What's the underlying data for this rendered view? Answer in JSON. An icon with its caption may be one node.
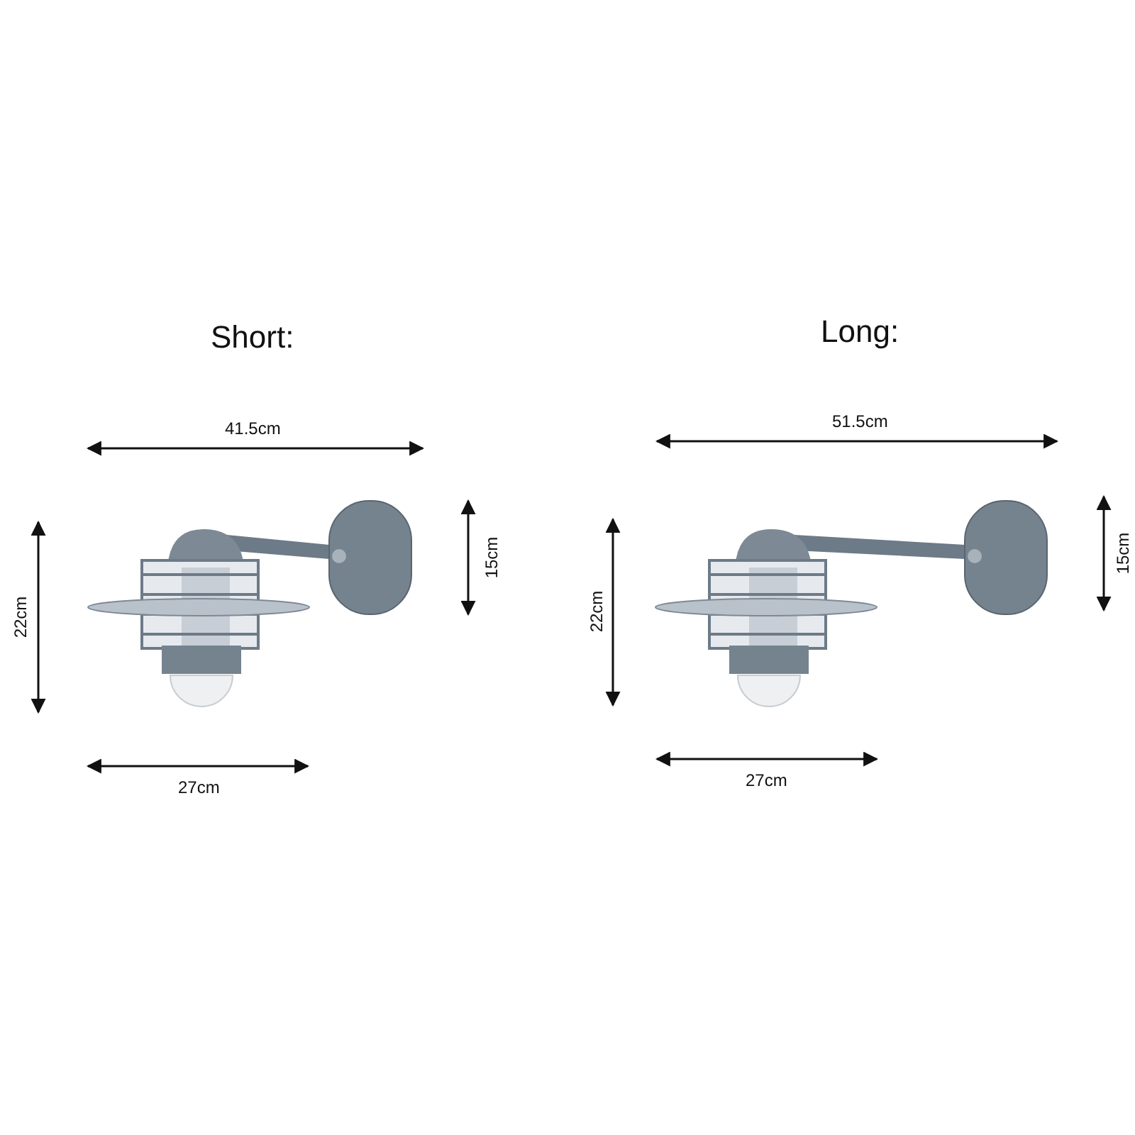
{
  "diagram": {
    "labels": [
      "Short:",
      "Long:",
      "41.5cm",
      "51.5cm",
      "22cm",
      "15cm",
      "22cm",
      "15cm",
      "27cm",
      "27cm"
    ]
  }
}
